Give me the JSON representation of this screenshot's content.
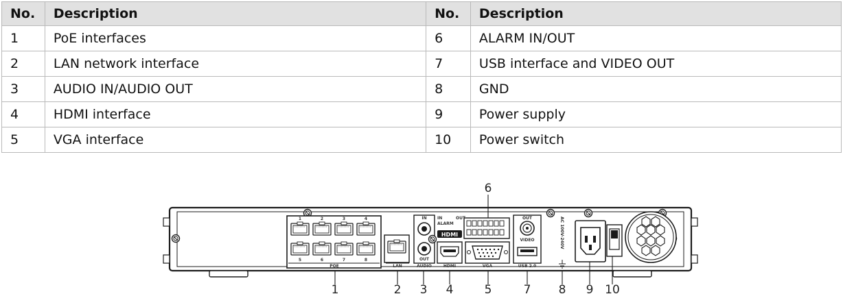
{
  "table": {
    "headers": {
      "no": "No.",
      "description": "Description"
    },
    "rows": [
      {
        "no_left": "1",
        "desc_left": "PoE interfaces",
        "no_right": "6",
        "desc_right": "ALARM  IN/OUT"
      },
      {
        "no_left": "2",
        "desc_left": "LAN network interface",
        "no_right": "7",
        "desc_right": "USB interface and VIDEO OUT"
      },
      {
        "no_left": "3",
        "desc_left": "AUDIO IN/AUDIO OUT",
        "no_right": "8",
        "desc_right": "GND"
      },
      {
        "no_left": "4",
        "desc_left": "HDMI interface",
        "no_right": "9",
        "desc_right": "Power supply"
      },
      {
        "no_left": "5",
        "desc_left": "VGA interface",
        "no_right": "10",
        "desc_right": "Power switch"
      }
    ]
  },
  "panel": {
    "port_labels": {
      "poe": "POE",
      "lan": "LAN",
      "audio": "AUDIO",
      "hdmi": "HDMI",
      "vga": "VGA",
      "alarm": "ALARM",
      "video": "VIDEO",
      "usb": "USB 2.0",
      "in": "IN",
      "out": "OUT",
      "ac": "AC 100V-240V"
    },
    "poe_numbers": [
      "1",
      "2",
      "3",
      "4",
      "5",
      "6",
      "7",
      "8"
    ],
    "hdmi_logo": "HDMI",
    "callouts": [
      "1",
      "2",
      "3",
      "4",
      "5",
      "6",
      "7",
      "8",
      "9",
      "10"
    ]
  }
}
